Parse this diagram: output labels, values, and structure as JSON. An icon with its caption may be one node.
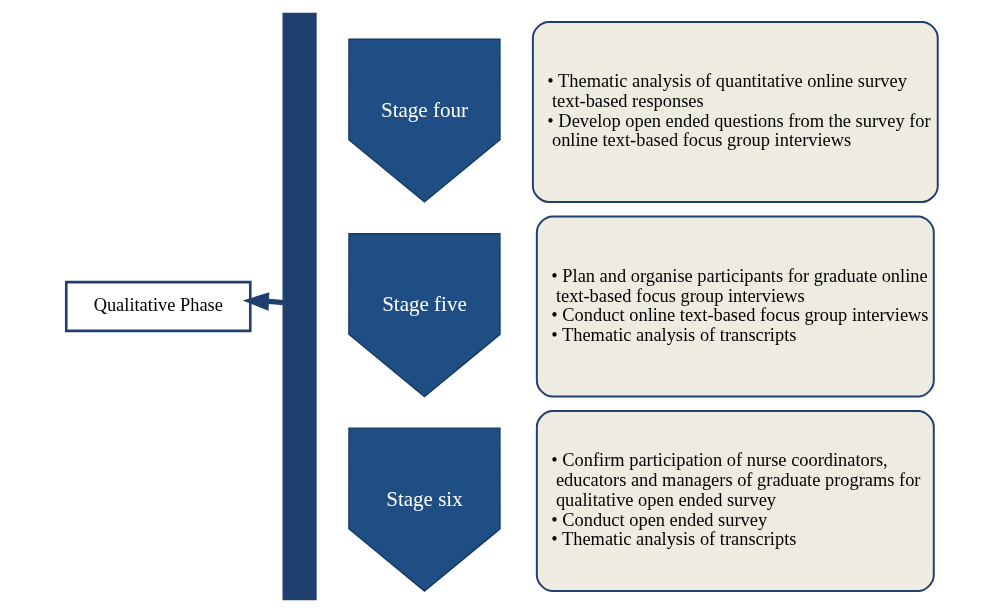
{
  "diagram": {
    "nodes": [
      {
        "text": [
          "Qualitative Phase"
        ]
      },
      {
        "text": [],
        "shape": "bar"
      },
      {
        "text": [
          "Stage four"
        ]
      },
      {
        "text": [
          "• Thematic analysis of quantitative online survey text-based responses",
          "• Develop open ended questions from the survey for online text-based focus group interviews"
        ]
      },
      {
        "text": [
          "Stage five"
        ]
      },
      {
        "text": [
          "• Plan and organise participants for graduate online text-based focus group interviews",
          "• Conduct online text-based focus group interviews",
          "• Thematic analysis of transcripts"
        ]
      },
      {
        "text": [
          "Stage six"
        ]
      },
      {
        "text": [
          "• Confirm participation of nurse coordinators, educators and managers of graduate programs for qualitative open ended survey",
          "• Conduct open ended survey",
          "• Thematic analysis of transcripts"
        ]
      }
    ],
    "edges": [
      {
        "from": 1,
        "to": 0,
        "arrow": "to"
      }
    ]
  }
}
